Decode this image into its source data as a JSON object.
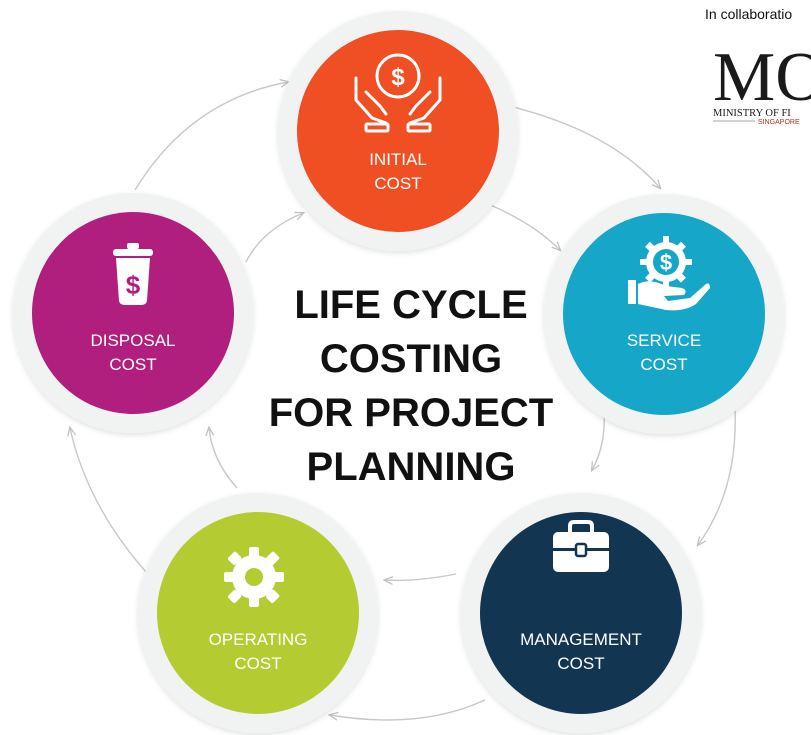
{
  "header": {
    "collaboration_text": "In collaboratio",
    "logo_letters": "MO",
    "logo_ministry": "MINISTRY OF FI",
    "logo_country": "SINGAPORE"
  },
  "title": {
    "line1": "LIFE CYCLE",
    "line2": "COSTING",
    "line3": "FOR PROJECT",
    "line4": "PLANNING"
  },
  "stages": [
    {
      "line1": "INITIAL",
      "line2": "COST",
      "color": "#ef4f23",
      "icon": "hands-coin-icon"
    },
    {
      "line1": "SERVICE",
      "line2": "COST",
      "color": "#16a6c8",
      "icon": "gear-hand-dollar-icon"
    },
    {
      "line1": "MANAGEMENT",
      "line2": "COST",
      "color": "#123652",
      "icon": "briefcase-icon"
    },
    {
      "line1": "OPERATING",
      "line2": "COST",
      "color": "#b4cc32",
      "icon": "gear-icon"
    },
    {
      "line1": "DISPOSAL",
      "line2": "COST",
      "color": "#b01f7e",
      "icon": "trash-dollar-icon"
    }
  ],
  "colors": {
    "outer_ring": "#f1f2f2",
    "arrow": "#c8c8c8",
    "title": "#111111"
  }
}
